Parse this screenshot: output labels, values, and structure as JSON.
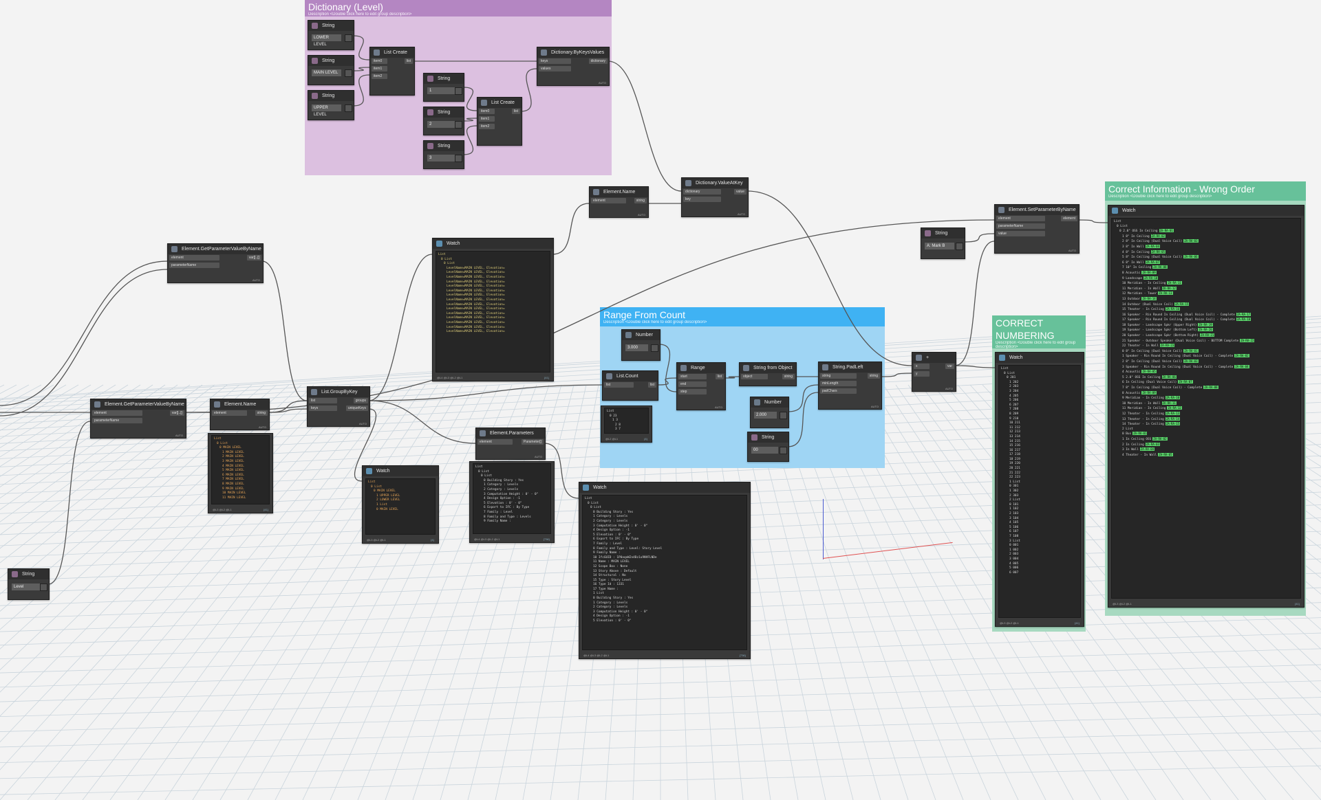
{
  "groups": {
    "dictionary": {
      "title": "Dictionary (Level)",
      "desc": "Description <Double click here to edit group description>"
    },
    "range": {
      "title": "Range From Count",
      "desc": "Description <Double click here to edit group description>"
    },
    "correct_numbering": {
      "title_line1": "CORRECT",
      "title_line2": "NUMBERING",
      "desc": "Description <Double click here to edit group description>"
    },
    "correct_info": {
      "title": "Correct Information - Wrong Order",
      "desc": "Description <Double click here to edit group description>"
    }
  },
  "labels": {
    "string": "String",
    "number": "Number",
    "list_create": "List Create",
    "watch": "Watch",
    "item0": "item0",
    "item1": "item1",
    "item2": "item2",
    "list": "list",
    "auto": "AUTO",
    "keys": "keys",
    "values": "values",
    "dictionary": "dictionary",
    "key": "key",
    "value": "value",
    "element": "element",
    "string_port": "string",
    "parameterName": "parameterName",
    "var": "var[]..[]",
    "groups": "groups",
    "uniqueKeys": "uniqueKeys",
    "start": "start",
    "end": "end",
    "step": "step",
    "object": "object",
    "minLength": "minLength",
    "padChars": "padChars",
    "parameter": "Parameter[]",
    "mark": "A: Mark B",
    "x_in": "x",
    "y_in": "y",
    "var_out": "var"
  },
  "nodes": {
    "str_lower": "LOWER LEVEL",
    "str_main": "MAIN LEVEL",
    "str_upper": "UPPER LEVEL",
    "str_1": "1",
    "str_2": "2",
    "str_3": "3",
    "dict_bykv": "Dictionary.ByKeysValues",
    "dict_valueatkey": "Dictionary.ValueAtKey",
    "element_name": "Element.Name",
    "get_param_1": "Element.GetParameterValueByName",
    "get_param_2": "Element.GetParameterValueByName",
    "group_by_key": "List.GroupByKey",
    "element_params": "Element.Parameters",
    "list_count": "List.Count",
    "range": "Range",
    "str_from_obj": "String from Object",
    "str_padleft": "String.PadLeft",
    "set_param": "Element.SetParameterByName",
    "num_3000": "3.000",
    "num_2000": "2.000",
    "str_00": "00",
    "str_level": "Level"
  },
  "watch_levels": {
    "lines": [
      "List",
      "0 List",
      "0 List",
      "LevelName=MAIN LEVEL, Elevation=",
      "LevelName=MAIN LEVEL, Elevation=",
      "LevelName=MAIN LEVEL, Elevation=",
      "LevelName=MAIN LEVEL, Elevation=",
      "LevelName=MAIN LEVEL, Elevation=",
      "LevelName=MAIN LEVEL, Elevation=",
      "LevelName=MAIN LEVEL, Elevation=",
      "LevelName=MAIN LEVEL, Elevation=",
      "LevelName=MAIN LEVEL, Elevation=",
      "LevelName=MAIN LEVEL, Elevation=",
      "LevelName=MAIN LEVEL, Elevation=",
      "LevelName=MAIN LEVEL, Elevation=",
      "LevelName=MAIN LEVEL, Elevation=",
      "LevelName=MAIN LEVEL, Elevation=",
      "LevelName=MAIN LEVEL, Elevation="
    ],
    "footer": "@L4 @L3 @L2 @L1",
    "count": "{41}"
  },
  "watch_names": {
    "lines": [
      "List",
      "0 List",
      "0 MAIN LEVEL",
      "1 MAIN LEVEL",
      "2 MAIN LEVEL",
      "3 MAIN LEVEL",
      "4 MAIN LEVEL",
      "5 MAIN LEVEL",
      "6 MAIN LEVEL",
      "7 MAIN LEVEL",
      "8 MAIN LEVEL",
      "9 MAIN LEVEL",
      "10 MAIN LEVEL",
      "11 MAIN LEVEL"
    ],
    "footer": "@L3 @L2 @L1",
    "count": "{41}"
  },
  "watch_keys": {
    "lines": [
      "List",
      "0 List",
      "0 MAIN LEVEL",
      "1 UPPER LEVEL",
      "2 LOWER LEVEL",
      "1 List",
      "0 MAIN LEVEL"
    ],
    "footer": "@L3 @L2 @L1",
    "count": "{4}"
  },
  "watch_count": {
    "lines": [
      "List",
      "0 23",
      "1 3",
      "2 8",
      "3 7"
    ],
    "footer": "@L2 @L1",
    "count": "{4}"
  },
  "watch_params": {
    "lines": [
      "List",
      "0 List",
      "0 List",
      "0 Building Story : Yes",
      "1 Category : Levels",
      "2 Category : Levels",
      "3 Computation Height : 0' - 0\"",
      "4 Design Option : -1",
      "5 Elevation : 0' - 0\"",
      "6 Export to IFC : By Type",
      "7 Family : Level",
      "8 Family and Type : Levels",
      "9 Family Name :"
    ],
    "footer": "@L4 @L3 @L2 @L1",
    "count": "{736}"
  },
  "watch_params_big": {
    "lines": [
      "List",
      "0 List",
      "0 List",
      "0 Building Story : Yes",
      "1 Category : Levels",
      "2 Category : Levels",
      "3 Computation Height : 0' - 0\"",
      "4 Design Option : -1",
      "5 Elevation : 0' - 0\"",
      "6 Export to IFC : By Type",
      "7 Family : Level",
      "8 Family and Type : Level: Story Level",
      "9 Family Name :",
      "10 IfcGUID : 1P0aqaW2n4Bz1u9NVFLNDe",
      "11 Name : MAIN LEVEL",
      "12 Scope Box : None",
      "13 Story Above : Default",
      "14 Structural : No",
      "15 Type : Story Level",
      "16 Type Id : 1331",
      "17 Type Name :",
      "1 List",
      "0 Building Story : Yes",
      "1 Category : Levels",
      "2 Category : Levels",
      "3 Computation Height : 0' - 0\"",
      "4 Design Option : -1",
      "5 Elevation : 0' - 0\""
    ],
    "footer": "@L4 @L3 @L2 @L1",
    "count": "{736}"
  },
  "watch_numbering": {
    "lines": [
      "List",
      "0 List",
      "0 201",
      "1 202",
      "2 203",
      "3 204",
      "4 205",
      "5 206",
      "6 207",
      "7 208",
      "8 209",
      "9 210",
      "10 211",
      "11 212",
      "12 213",
      "13 214",
      "14 215",
      "15 216",
      "16 217",
      "17 218",
      "18 219",
      "19 220",
      "20 221",
      "21 222",
      "22 223",
      "1 List",
      "0 301",
      "1 302",
      "2 303",
      "2 List",
      "0 101",
      "1 102",
      "2 103",
      "3 104",
      "4 105",
      "5 106",
      "6 107",
      "7 108",
      "3 List",
      "0 001",
      "1 002",
      "2 003",
      "3 004",
      "4 005",
      "5 006",
      "6 007"
    ],
    "footer": "@L3 @L2 @L1",
    "count": "{41}"
  },
  "watch_correct": {
    "lines": [
      {
        "t": "List"
      },
      {
        "t": "0 List"
      },
      {
        "t": "0 2.0\" OSS In Ceiling",
        "g": "ZA-RA-01"
      },
      {
        "t": "1 8\" In Ceiling",
        "g": "ZA-RA-02"
      },
      {
        "t": "2 8\" In Ceiling (Dual Voice Coil)",
        "g": "ZA-RA-03"
      },
      {
        "t": "3 8\" In Wall",
        "g": "ZA-RA-04"
      },
      {
        "t": "4 8\" In Ceiling",
        "g": "ZA-RA-05"
      },
      {
        "t": "5 8\" In Ceiling (Dual Voice Coil)",
        "g": "ZA-RA-06"
      },
      {
        "t": "6 8\" In Wall",
        "g": "ZA-RA-07"
      },
      {
        "t": "7 10\" In Ceiling",
        "g": "ZA-RA-08"
      },
      {
        "t": "8 Acoustic",
        "g": "ZA-RA-09"
      },
      {
        "t": "9 Landscape",
        "g": "ZA-RA-10"
      },
      {
        "t": "10 Meridian - In Ceiling",
        "g": "ZA-RA-11"
      },
      {
        "t": "11 Meridian - In Wall",
        "g": "ZA-RA-12"
      },
      {
        "t": "12 Meridian - Tower",
        "g": "ZA-RA-13"
      },
      {
        "t": "13 Outdoor",
        "g": "ZA-RA-14"
      },
      {
        "t": "14 Outdoor (Dual Voice Coil)",
        "g": "ZA-RA-15"
      },
      {
        "t": "15 Theater - In Ceiling",
        "g": "ZA-RA-16"
      },
      {
        "t": "16 Speaker - Rin Round In Ceiling (Dual Voice Coil) - Complete",
        "g": "ZA-RA-17"
      },
      {
        "t": "17 Speaker - Rin Round In Ceiling (Dual Voice Coil) - Complete",
        "g": "ZA-RA-18"
      },
      {
        "t": "18 Speaker - Landscape Spkr (Upper Right)",
        "g": "ZA-RA-19"
      },
      {
        "t": "19 Speaker - Landscape Spkr (Bottom Left)",
        "g": "ZA-RA-20"
      },
      {
        "t": "20 Speaker - Landscape Spkr (Bottom Right)",
        "g": "ZA-RA-21"
      },
      {
        "t": "21 Speaker - Outdoor Speaker (Dual Voice Coil) - BOTTOM Complete",
        "g": "ZA-RA-22"
      },
      {
        "t": "22 Theater - In Wall",
        "g": "ZA-RA-23"
      },
      {
        "t": "0 8\" In Ceiling (Dual Voice Coil)",
        "g": "ZA-RA-01"
      },
      {
        "t": "1 Speaker - Rin Round In Ceiling (Dual Voice Coil) - Complete",
        "g": "ZA-RA-02"
      },
      {
        "t": "2 8\" In Ceiling (Dual Voice Coil)",
        "g": "ZA-RA-03"
      },
      {
        "t": "3 Speaker - Rin Round In Ceiling (Dual Voice Coil) - Complete",
        "g": "ZA-RA-04"
      },
      {
        "t": "4 Acoustic",
        "g": "ZA-RA-05"
      },
      {
        "t": "5 2.0\" OSS In Ceiling",
        "g": "ZA-RA-06"
      },
      {
        "t": "6 In Ceiling (Dual Voice Coil)",
        "g": "ZA-RA-07"
      },
      {
        "t": "7 8\" In Ceiling (Dual Voice Coil) - Complete",
        "g": "ZA-RA-08"
      },
      {
        "t": "8 Acoustic",
        "g": "ZA-RA-09"
      },
      {
        "t": "9 Meridian - In Ceiling",
        "g": "ZA-RA-10"
      },
      {
        "t": "10 Meridian - In Wall",
        "g": "ZA-RA-11"
      },
      {
        "t": "11 Meridian - In Ceiling",
        "g": "ZA-RA-12"
      },
      {
        "t": "12 Theater - In Ceiling",
        "g": "ZA-RA-13"
      },
      {
        "t": "13 Theater - In Ceiling",
        "g": "ZA-RA-14"
      },
      {
        "t": "14 Theater - In Ceiling",
        "g": "ZA-RA-15"
      },
      {
        "t": "2 List"
      },
      {
        "t": "0 Bus",
        "g": "ZA-RA-01"
      },
      {
        "t": "1 In Ceiling OSS",
        "g": "ZA-RA-02"
      },
      {
        "t": "2 In Ceiling",
        "g": "ZA-RA-03"
      },
      {
        "t": "3 In Wall",
        "g": "ZA-RA-04"
      },
      {
        "t": "4 Theater - In Wall",
        "g": "ZA-RA-05"
      }
    ],
    "footer": "@L3 @L2 @L1",
    "count": "{41}"
  },
  "colors": {
    "dict_group": "#dcc0e0",
    "dict_header": "#b486c2",
    "range_group": "#9fd5f4",
    "range_header": "#3fb2f3",
    "green_group": "#a7d9c0",
    "green_header": "#67c19a",
    "node_bg": "#3a3a3a",
    "wire": "#555555"
  }
}
